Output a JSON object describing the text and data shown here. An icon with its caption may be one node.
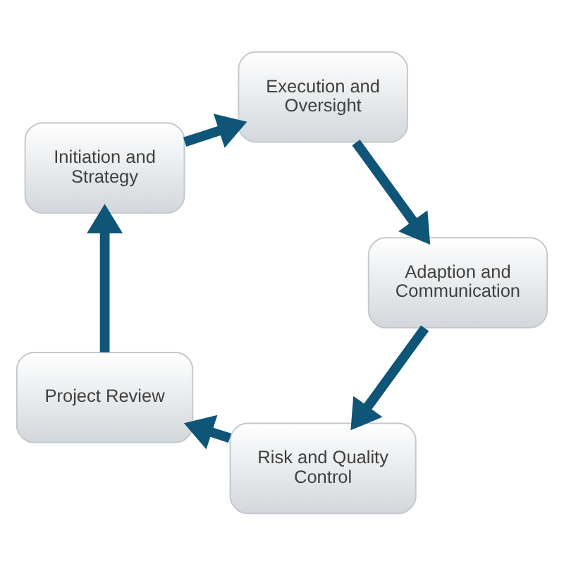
{
  "diagram": {
    "nodes": [
      {
        "text": [
          "Project Review"
        ]
      },
      {
        "text": [
          "Initiation and Strategy"
        ]
      },
      {
        "text": [
          "Execution and Oversight"
        ]
      },
      {
        "text": [
          "Adaption and Communication"
        ]
      },
      {
        "text": [
          "Risk and Quality Control"
        ]
      }
    ],
    "edges": [
      {
        "from": 0,
        "to": 1,
        "arrow": "to"
      },
      {
        "from": 1,
        "to": 2,
        "arrow": "to"
      },
      {
        "from": 2,
        "to": 3,
        "arrow": "to"
      },
      {
        "from": 3,
        "to": 4,
        "arrow": "to"
      },
      {
        "from": 4,
        "to": 0,
        "arrow": "to"
      }
    ]
  }
}
